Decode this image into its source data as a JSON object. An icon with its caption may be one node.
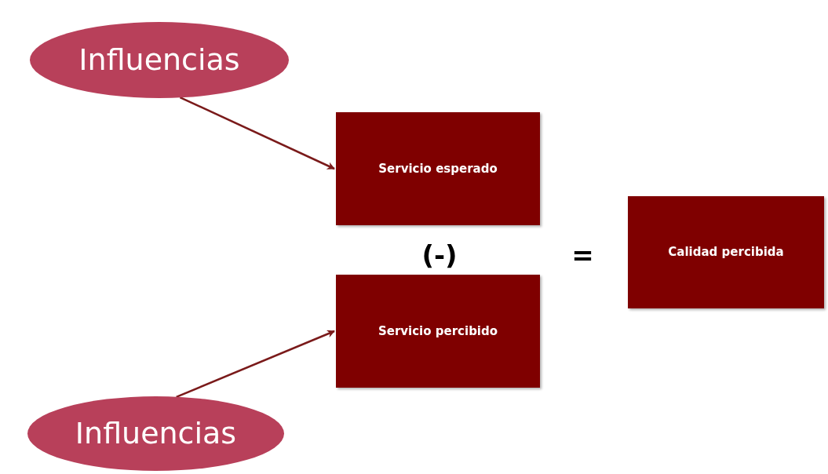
{
  "diagram": {
    "nodes": [
      {
        "text": [
          "Influencias"
        ]
      },
      {
        "text": [
          "Servicio esperado"
        ]
      },
      {
        "text": [
          "Servicio percibido"
        ]
      },
      {
        "text": [
          "Calidad percibida"
        ]
      },
      {
        "text": [
          "Influencias"
        ]
      }
    ],
    "edges": [
      {
        "from": 0,
        "to": 1,
        "arrow": "to"
      },
      {
        "from": 4,
        "to": 2,
        "arrow": "to"
      }
    ],
    "labels": [
      "(-)",
      "="
    ]
  }
}
